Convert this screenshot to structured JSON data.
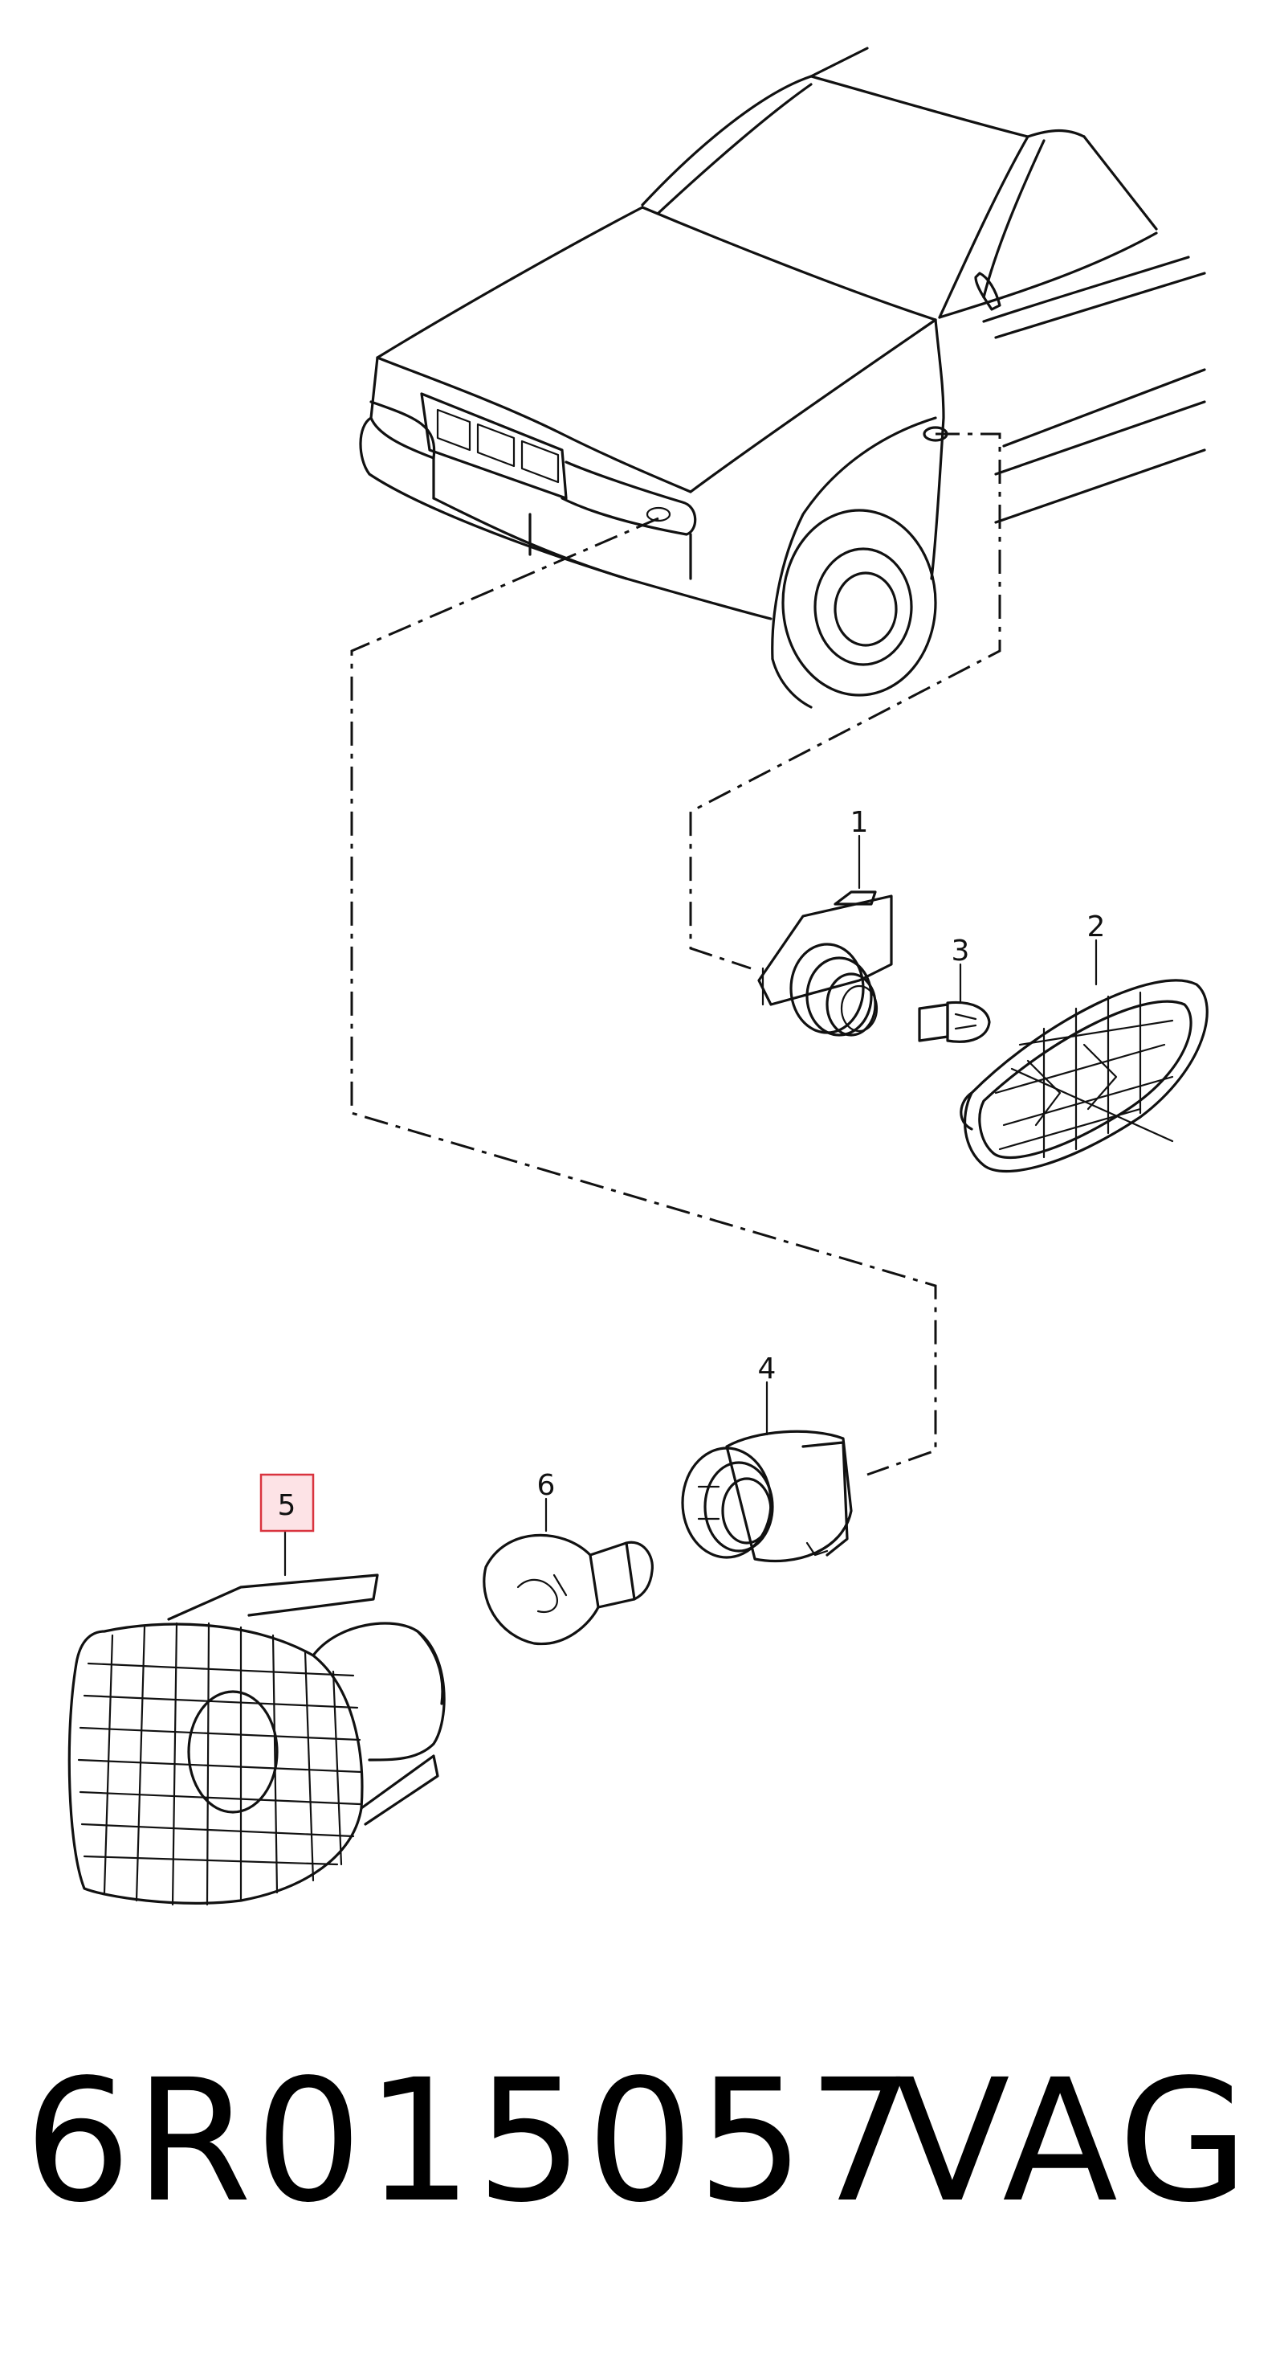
{
  "diagram": {
    "callouts": [
      {
        "id": "1",
        "label": "1"
      },
      {
        "id": "2",
        "label": "2"
      },
      {
        "id": "3",
        "label": "3"
      },
      {
        "id": "4",
        "label": "4"
      },
      {
        "id": "5",
        "label": "5",
        "highlighted": true
      },
      {
        "id": "6",
        "label": "6"
      }
    ],
    "highlight_color": "#d9343f"
  },
  "footer": {
    "part_number": "6R015057",
    "brand": "VAG"
  }
}
